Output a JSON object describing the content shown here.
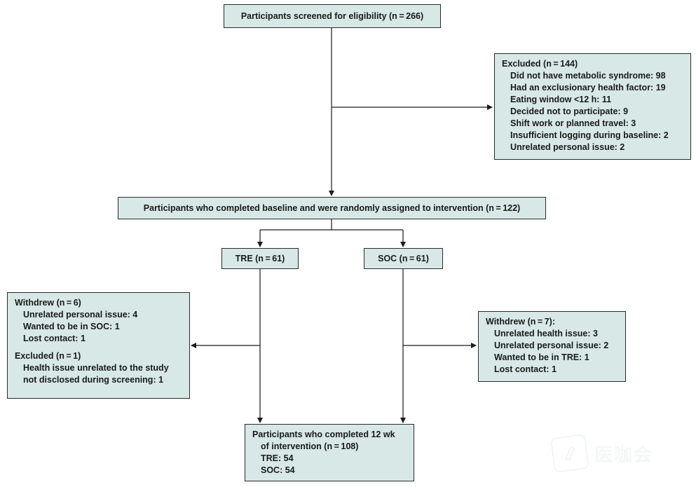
{
  "boxes": {
    "screened": "Participants screened for eligibility (n = 266)",
    "excluded": {
      "title": "Excluded (n = 144)",
      "items": [
        "Did not have metabolic syndrome: 98",
        "Had an exclusionary health factor: 19",
        "Eating window <12 h: 11",
        "Decided not to participate: 9",
        "Shift work or planned travel: 3",
        "Insufficient logging during baseline: 2",
        "Unrelated personal issue: 2"
      ]
    },
    "randomized": "Participants who completed baseline and were randomly assigned to intervention (n = 122)",
    "tre": "TRE (n = 61)",
    "soc": "SOC (n = 61)",
    "tre_withdrew": {
      "title": "Withdrew (n = 6)",
      "items": [
        "Unrelated personal issue: 4",
        "Wanted to be in SOC: 1",
        "Lost contact: 1"
      ],
      "excluded_title": "Excluded (n = 1)",
      "excluded_items": [
        "Health issue unrelated to the study",
        "not disclosed during screening: 1"
      ]
    },
    "soc_withdrew": {
      "title": "Withdrew (n = 7):",
      "items": [
        "Unrelated health issue: 3",
        "Unrelated personal issue: 2",
        "Wanted to be in TRE: 1",
        "Lost contact: 1"
      ]
    },
    "completed": {
      "line1": "Participants who completed 12 wk",
      "line2": "of intervention (n = 108)",
      "items": [
        "TRE: 54",
        "SOC: 54"
      ]
    }
  },
  "watermark": {
    "text": "医咖会"
  }
}
